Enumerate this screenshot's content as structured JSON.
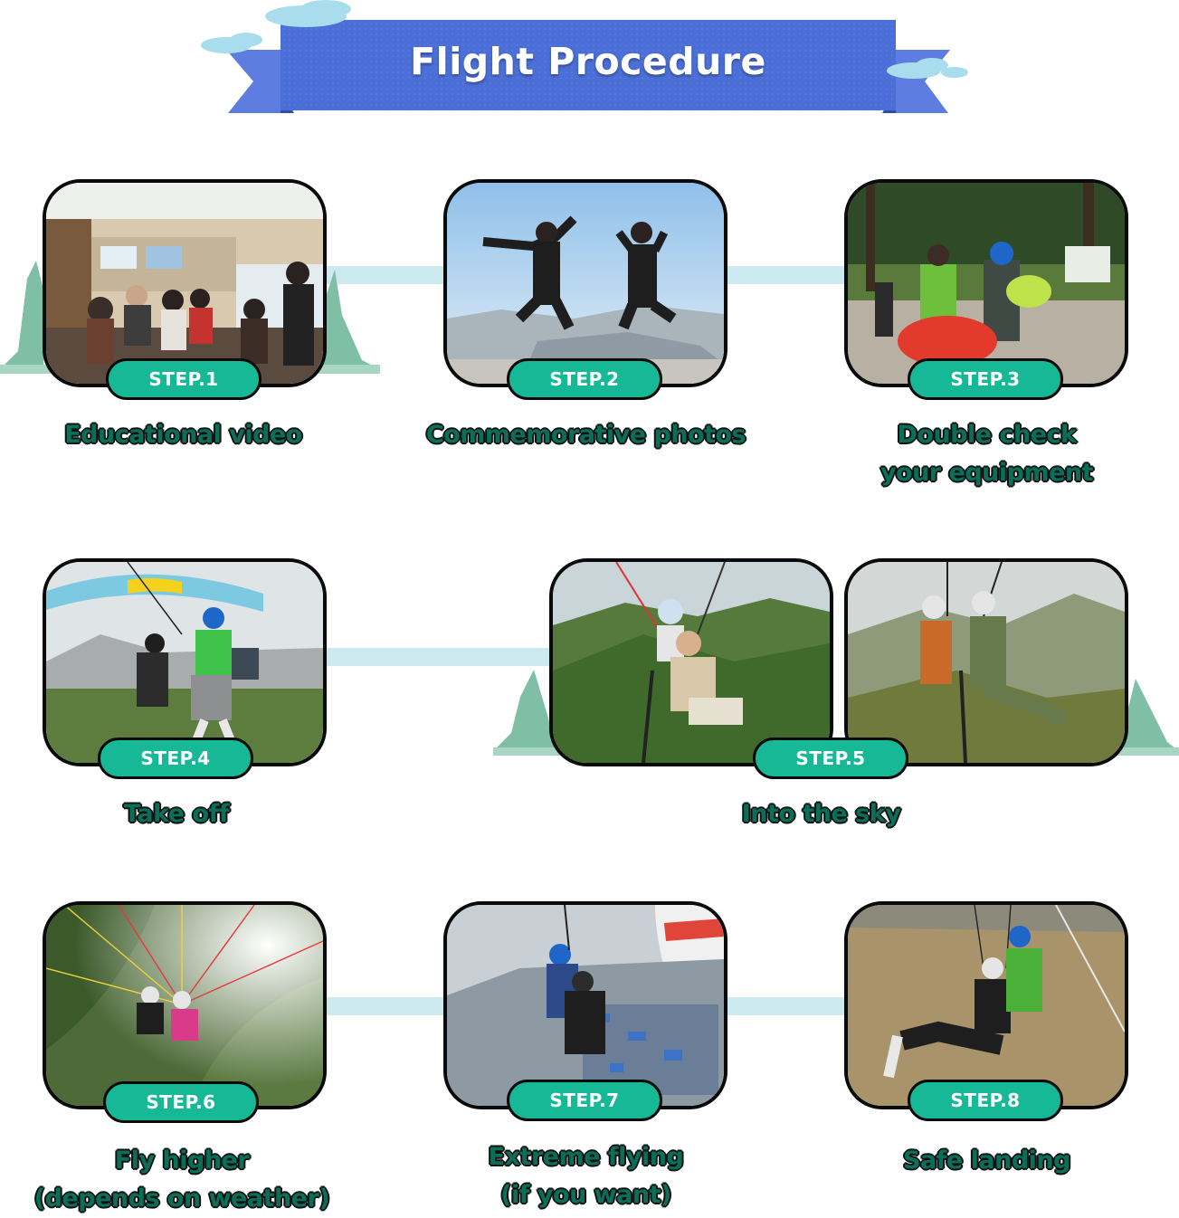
{
  "banner": {
    "title": "Flight Procedure",
    "ribbon_color": "#4b6fd6"
  },
  "colors": {
    "badge": "#17b896",
    "caption": "#0a6e58",
    "connector": "#cde9f0",
    "mountain": "#7fbfa6"
  },
  "steps": [
    {
      "badge": "STEP.1",
      "caption": [
        "Educational video"
      ],
      "photo_alt": "Classroom with people watching a video"
    },
    {
      "badge": "STEP.2",
      "caption": [
        "Commemorative photos"
      ],
      "photo_alt": "Two people jumping on a mountain top"
    },
    {
      "badge": "STEP.3",
      "caption": [
        "Double check",
        "your equipment"
      ],
      "photo_alt": "Pilots checking paragliding gear"
    },
    {
      "badge": "STEP.4",
      "caption": [
        "Take off"
      ],
      "photo_alt": "Tandem pilots running for take off"
    },
    {
      "badge": "STEP.5",
      "caption": [
        "Into the sky"
      ],
      "photo_alt": "Tandem paragliders flying over green mountains"
    },
    {
      "badge": "STEP.6",
      "caption": [
        "Fly higher",
        "(depends on weather)"
      ],
      "photo_alt": "High altitude paragliding"
    },
    {
      "badge": "STEP.7",
      "caption": [
        "Extreme flying",
        "(if you want)"
      ],
      "photo_alt": "Acrobatic paragliding above town"
    },
    {
      "badge": "STEP.8",
      "caption": [
        "Safe landing"
      ],
      "photo_alt": "Tandem pilots landing on grass field"
    }
  ]
}
